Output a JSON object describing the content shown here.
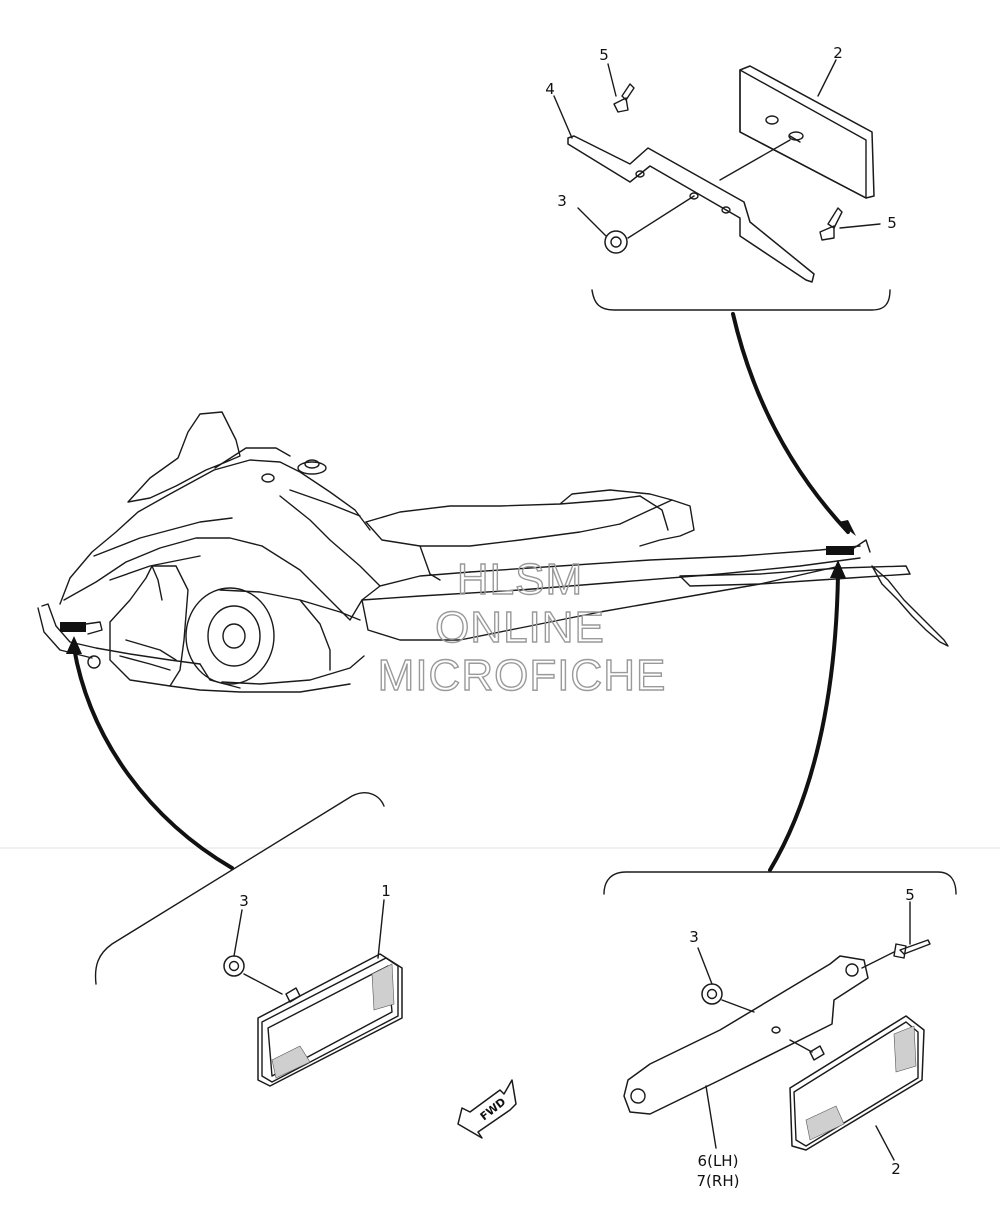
{
  "watermark": {
    "line1": "HLSM",
    "line2": "ONLINE",
    "line3": "MICROFICHE"
  },
  "callouts": {
    "top_2": "2",
    "top_3": "3",
    "top_4": "4",
    "top_5a": "5",
    "top_5b": "5",
    "left_1": "1",
    "left_3": "3",
    "right_3": "3",
    "right_5": "5",
    "right_6": "6(LH)",
    "right_7": "7(RH)",
    "right_2": "2"
  },
  "fwd_label": "FWD",
  "icons": [
    "fwd-arrow-icon"
  ],
  "colors": {
    "line": "#1a1a1a",
    "watermark": "#9a9a9a",
    "background": "#ffffff"
  }
}
